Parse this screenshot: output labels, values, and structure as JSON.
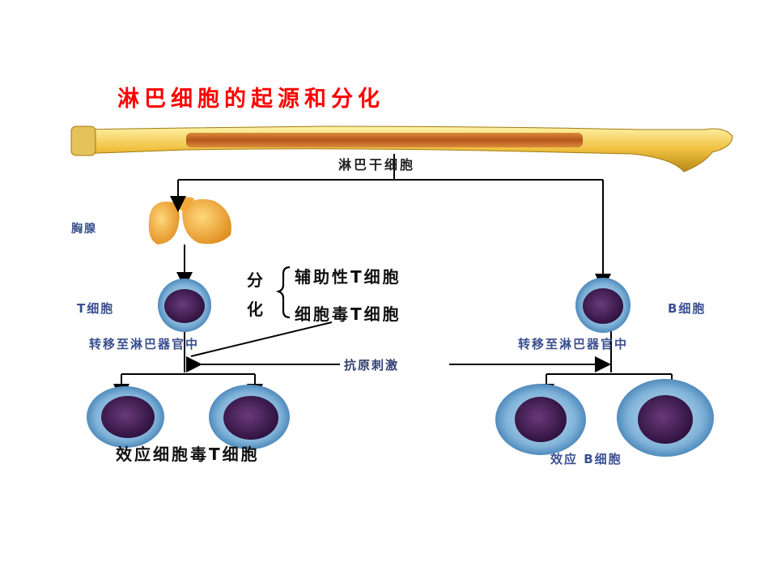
{
  "title": "淋巴细胞的起源和分化",
  "bone_label": "淋巴干细胞",
  "thymus_label": "胸腺",
  "t_cell_label": "T细胞",
  "b_cell_label": "B细胞",
  "differentiation": {
    "label_1": "分",
    "label_2": "化",
    "helper": "辅助性T细胞",
    "cytotoxic": "细胞毒T细胞"
  },
  "left_migration": "转移至淋巴器官中",
  "right_migration": "转移至淋巴器官中",
  "antigen_label": "抗原刺激",
  "effector_t_label": "效应细胞毒T细胞",
  "effector_b_label": "效应 B细胞"
}
